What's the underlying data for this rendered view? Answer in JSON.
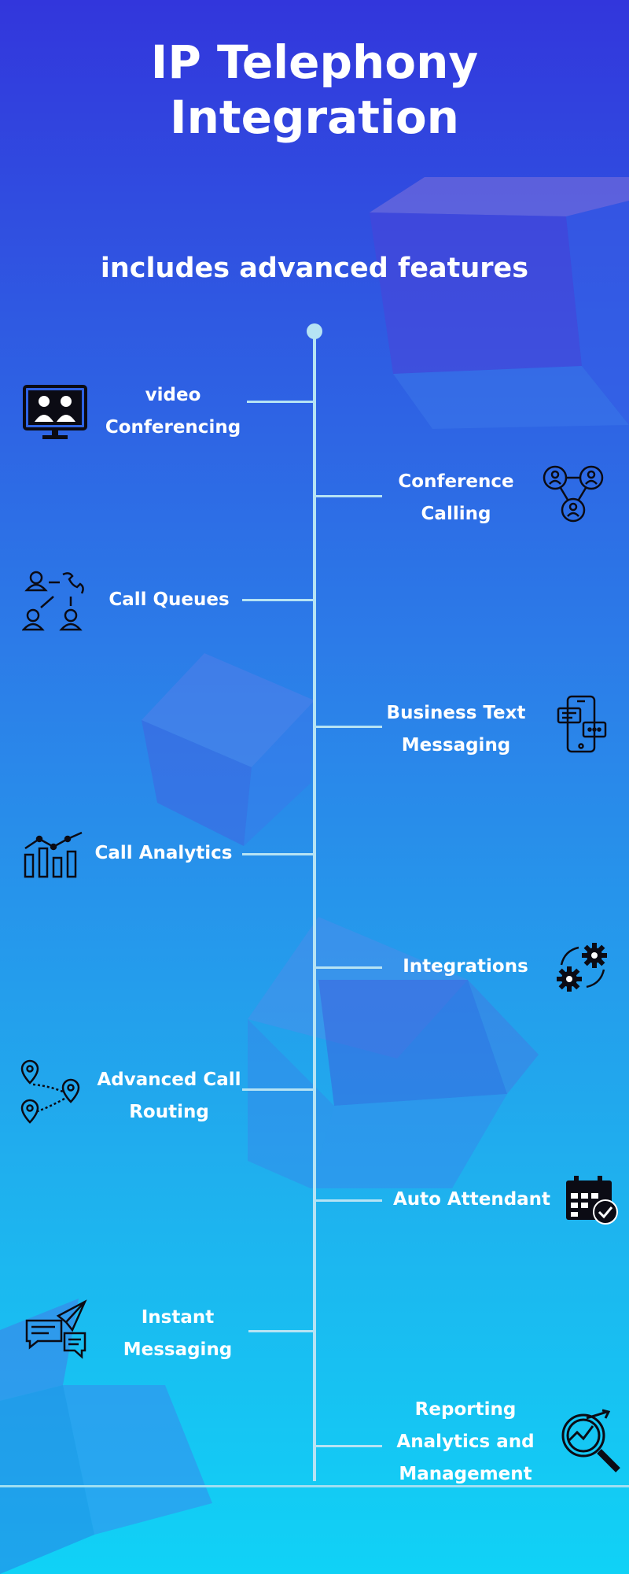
{
  "title": {
    "line1": "IP Telephony",
    "line2": "Integration"
  },
  "subtitle": "includes advanced features",
  "features": [
    {
      "line1": "video",
      "line2": "Conferencing",
      "icon": "video-conference-icon",
      "side": "left"
    },
    {
      "line1": "Conference",
      "line2": "Calling",
      "icon": "conference-call-icon",
      "side": "right"
    },
    {
      "line1": "Call Queues",
      "line2": "",
      "icon": "call-queue-icon",
      "side": "left"
    },
    {
      "line1": "Business Text",
      "line2": "Messaging",
      "icon": "text-messaging-icon",
      "side": "right"
    },
    {
      "line1": "Call Analytics",
      "line2": "",
      "icon": "analytics-chart-icon",
      "side": "left"
    },
    {
      "line1": "Integrations",
      "line2": "",
      "icon": "gears-sync-icon",
      "side": "right"
    },
    {
      "line1": "Advanced Call",
      "line2": "Routing",
      "icon": "route-pins-icon",
      "side": "left"
    },
    {
      "line1": "Auto Attendant",
      "line2": "",
      "icon": "calendar-check-icon",
      "side": "right"
    },
    {
      "line1": "Instant",
      "line2": "Messaging",
      "icon": "chat-send-icon",
      "side": "left"
    },
    {
      "line1": "Reporting",
      "line2": "Analytics and",
      "line3": "Management",
      "icon": "report-magnifier-icon",
      "side": "right"
    }
  ],
  "colors": {
    "gradient_top": "#3236dc",
    "gradient_bottom": "#10d2f6",
    "timeline": "#b6e3f4",
    "text": "#ffffff",
    "icon": "#0b0b14"
  }
}
